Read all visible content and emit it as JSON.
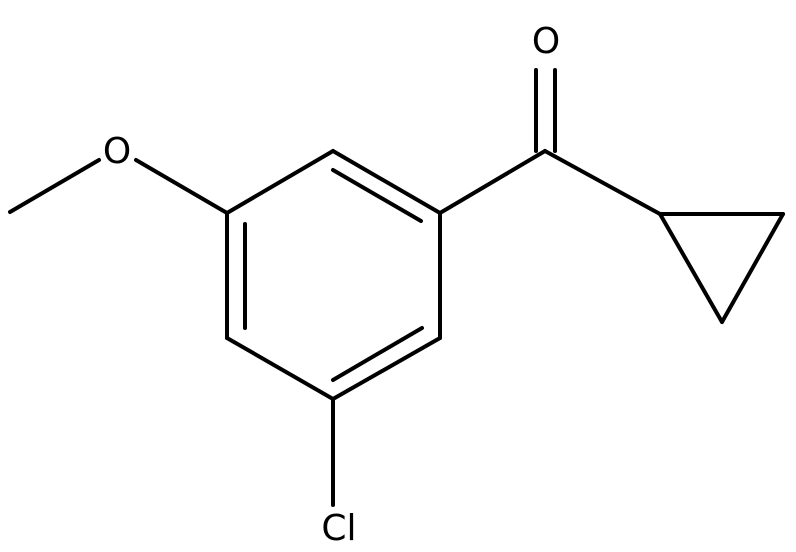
{
  "molecule": {
    "atoms": {
      "oxygen_carbonyl": "O",
      "oxygen_methoxy": "O",
      "chlorine": "Cl"
    },
    "colors": {
      "bond": "#000000",
      "label": "#000000",
      "background": "#ffffff"
    }
  }
}
